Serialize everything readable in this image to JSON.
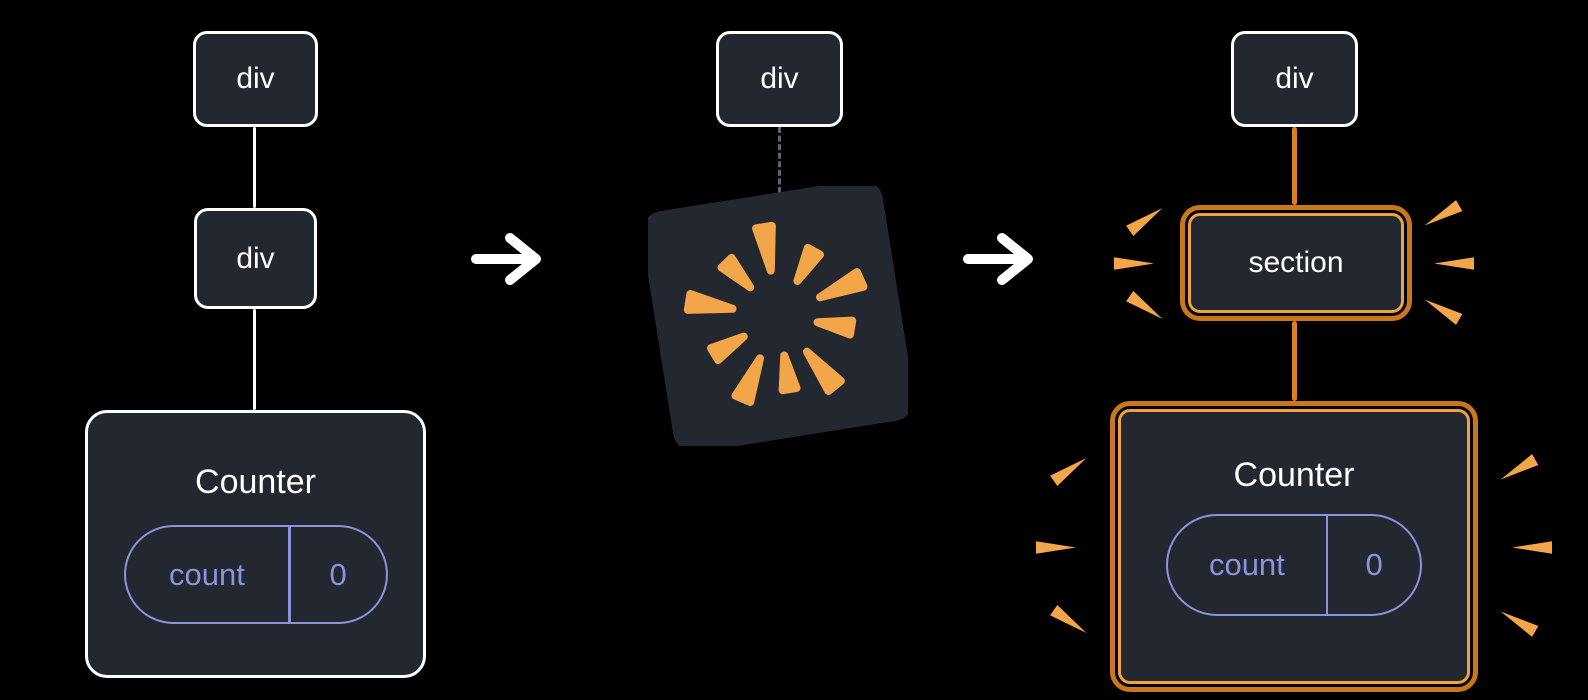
{
  "colors": {
    "background": "#000000",
    "node_fill": "#23272f",
    "node_border": "#ffffff",
    "highlight_outer": "#c9761c",
    "highlight_inner": "#f0a23c",
    "spark": "#f2a649",
    "state_accent": "#8a93dd",
    "dashed_edge": "#5c6470",
    "orange_edge": "#d9821f"
  },
  "left_tree": {
    "div1": "div",
    "div2": "div",
    "counter": {
      "title": "Counter",
      "state_name": "count",
      "state_value": "0"
    }
  },
  "middle_tree": {
    "div1": "div"
  },
  "right_tree": {
    "div1": "div",
    "section_label": "section",
    "counter": {
      "title": "Counter",
      "state_name": "count",
      "state_value": "0"
    }
  },
  "icons": {
    "arrow": "arrow-right",
    "poof": "poof-burst",
    "spark": "spark-ray"
  }
}
